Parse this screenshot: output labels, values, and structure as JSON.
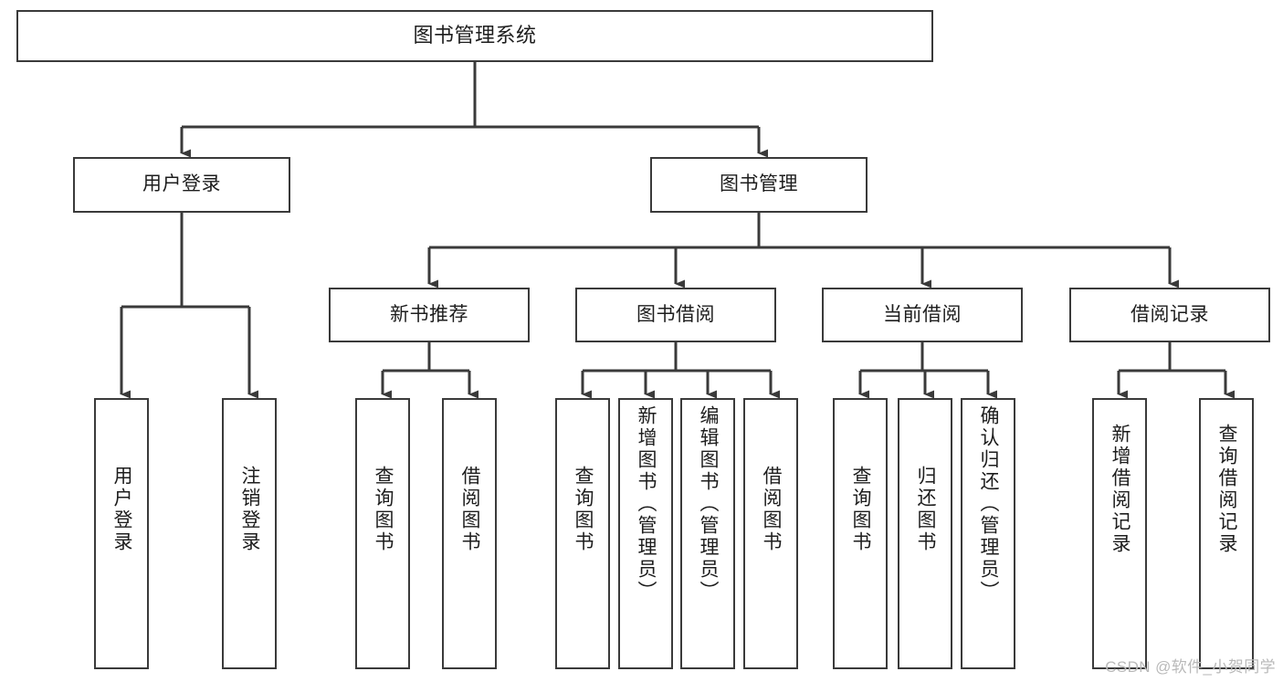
{
  "diagram": {
    "title": "图书管理系统",
    "type": "tree-hierarchy",
    "stroke_color": "#3a3a3a",
    "background_color": "#ffffff",
    "text_color": "#1d1d1d",
    "levels": {
      "root": {
        "label": "图书管理系统"
      },
      "level1": [
        {
          "id": "user-login",
          "label": "用户登录"
        },
        {
          "id": "book-manage",
          "label": "图书管理"
        }
      ],
      "level2": [
        {
          "id": "new-book-rec",
          "label": "新书推荐",
          "parent": "book-manage"
        },
        {
          "id": "book-borrow",
          "label": "图书借阅",
          "parent": "book-manage"
        },
        {
          "id": "current-borrow",
          "label": "当前借阅",
          "parent": "book-manage"
        },
        {
          "id": "borrow-record",
          "label": "借阅记录",
          "parent": "book-manage"
        }
      ],
      "leaves": [
        {
          "id": "leaf-user-login",
          "label": "用户登录",
          "parent": "user-login"
        },
        {
          "id": "leaf-logout",
          "label": "注销登录",
          "parent": "user-login"
        },
        {
          "id": "leaf-query-book-rec",
          "label": "查询图书",
          "parent": "new-book-rec"
        },
        {
          "id": "leaf-borrow-book-rec",
          "label": "借阅图书",
          "parent": "new-book-rec"
        },
        {
          "id": "leaf-query-book-borrow",
          "label": "查询图书",
          "parent": "book-borrow"
        },
        {
          "id": "leaf-add-book",
          "label": "新增图书（管理员）",
          "parent": "book-borrow"
        },
        {
          "id": "leaf-edit-book",
          "label": "编辑图书（管理员）",
          "parent": "book-borrow"
        },
        {
          "id": "leaf-borrow-book",
          "label": "借阅图书",
          "parent": "book-borrow"
        },
        {
          "id": "leaf-query-book-cur",
          "label": "查询图书",
          "parent": "current-borrow"
        },
        {
          "id": "leaf-return-book",
          "label": "归还图书",
          "parent": "current-borrow"
        },
        {
          "id": "leaf-confirm-return",
          "label": "确认归还（管理员）",
          "parent": "current-borrow"
        },
        {
          "id": "leaf-add-record",
          "label": "新增借阅记录",
          "parent": "borrow-record"
        },
        {
          "id": "leaf-query-record",
          "label": "查询借阅记录",
          "parent": "borrow-record"
        }
      ]
    }
  },
  "watermark": {
    "text": "CSDN @软件_小贺同学",
    "color": "#b9b9b9"
  }
}
